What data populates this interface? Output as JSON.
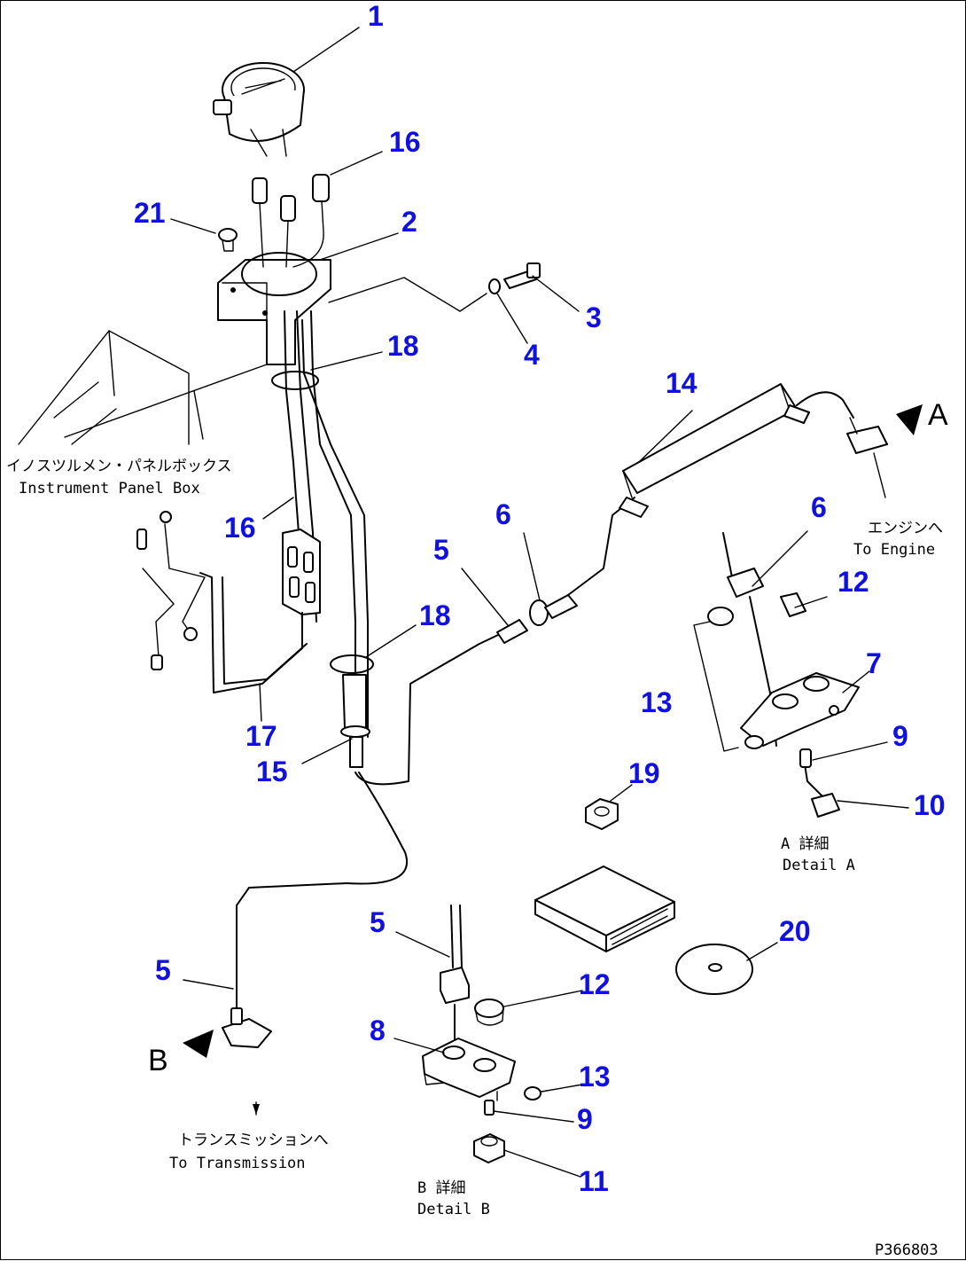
{
  "callouts": [
    {
      "id": "c1",
      "label": "1"
    },
    {
      "id": "c16a",
      "label": "16"
    },
    {
      "id": "c21",
      "label": "21"
    },
    {
      "id": "c2",
      "label": "2"
    },
    {
      "id": "c3",
      "label": "3"
    },
    {
      "id": "c4",
      "label": "4"
    },
    {
      "id": "c18a",
      "label": "18"
    },
    {
      "id": "c14",
      "label": "14"
    },
    {
      "id": "c6a",
      "label": "6"
    },
    {
      "id": "c6b",
      "label": "6"
    },
    {
      "id": "c5a",
      "label": "5"
    },
    {
      "id": "c16b",
      "label": "16"
    },
    {
      "id": "c12a",
      "label": "12"
    },
    {
      "id": "c18b",
      "label": "18"
    },
    {
      "id": "c7",
      "label": "7"
    },
    {
      "id": "c13a",
      "label": "13"
    },
    {
      "id": "c9a",
      "label": "9"
    },
    {
      "id": "c17",
      "label": "17"
    },
    {
      "id": "c15",
      "label": "15"
    },
    {
      "id": "c19",
      "label": "19"
    },
    {
      "id": "c10",
      "label": "10"
    },
    {
      "id": "c20",
      "label": "20"
    },
    {
      "id": "c5b",
      "label": "5"
    },
    {
      "id": "c5c",
      "label": "5"
    },
    {
      "id": "c12b",
      "label": "12"
    },
    {
      "id": "c8",
      "label": "8"
    },
    {
      "id": "c13b",
      "label": "13"
    },
    {
      "id": "c9b",
      "label": "9"
    },
    {
      "id": "c11",
      "label": "11"
    }
  ],
  "annotations": {
    "instrument_panel_jp": "イノスツルメン・パネルボックス",
    "instrument_panel_en": "Instrument Panel Box",
    "to_engine_jp": "エンジンへ",
    "to_engine_en": "To Engine",
    "to_transmission_jp": "トランスミッションへ",
    "to_transmission_en": "To Transmission",
    "detail_a_jp": "A 詳細",
    "detail_a_en": "Detail A",
    "detail_b_jp": "B 詳細",
    "detail_b_en": "Detail B",
    "view_a": "A",
    "view_b": "B",
    "drawing_no": "P366803"
  }
}
